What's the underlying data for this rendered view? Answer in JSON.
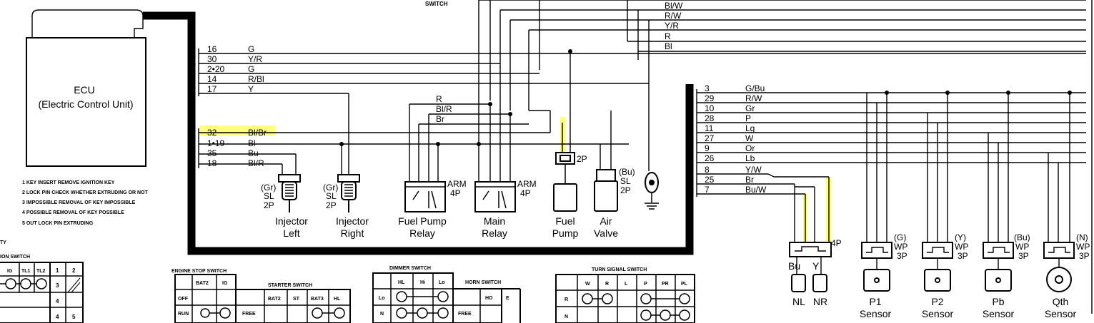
{
  "top_switch_label": "SWITCH",
  "ecu": {
    "title": "ECU",
    "subtitle": "(Electric Control Unit)"
  },
  "right_bus_wires": [
    {
      "label": "Bl/W"
    },
    {
      "label": "R/W"
    },
    {
      "label": "Y/R"
    },
    {
      "label": "R"
    },
    {
      "label": "Bl"
    }
  ],
  "ecu_upper_pins": [
    {
      "pin": "16",
      "color": "G"
    },
    {
      "pin": "30",
      "color": "Y/R"
    },
    {
      "pin": "2•20",
      "color": "G"
    },
    {
      "pin": "14",
      "color": "R/Bl"
    },
    {
      "pin": "17",
      "color": "Y"
    }
  ],
  "ecu_lower_pins": [
    {
      "pin": "32",
      "color": "Bl/Br"
    },
    {
      "pin": "1•19",
      "color": "Bl"
    },
    {
      "pin": "35",
      "color": "Bu"
    },
    {
      "pin": "18",
      "color": "Bl/R"
    }
  ],
  "relay_bus_wires": [
    {
      "label": "R"
    },
    {
      "label": "Bl/R"
    },
    {
      "label": "Br"
    }
  ],
  "right_ecu_pins": [
    {
      "pin": "3",
      "color": "G/Bu"
    },
    {
      "pin": "29",
      "color": "R/W"
    },
    {
      "pin": "10",
      "color": "Gr"
    },
    {
      "pin": "28",
      "color": "P"
    },
    {
      "pin": "11",
      "color": "Lg"
    },
    {
      "pin": "27",
      "color": "W"
    },
    {
      "pin": "9",
      "color": "Or"
    },
    {
      "pin": "26",
      "color": "Lb"
    },
    {
      "pin": "8",
      "color": "Y/W"
    },
    {
      "pin": "25",
      "color": "Br"
    },
    {
      "pin": "7",
      "color": "Bu/W"
    }
  ],
  "components": {
    "injector_left": {
      "spec1": "(Gr)",
      "spec2": "SL",
      "spec3": "2P",
      "name1": "Injector",
      "name2": "Left"
    },
    "injector_right": {
      "spec1": "(Gr)",
      "spec2": "SL",
      "spec3": "2P",
      "name1": "Injector",
      "name2": "Right"
    },
    "fuel_pump_relay": {
      "spec1": "ARM",
      "spec2": "4P",
      "name1": "Fuel Pump",
      "name2": "Relay"
    },
    "main_relay": {
      "spec1": "ARM",
      "spec2": "4P",
      "name1": "Main",
      "name2": "Relay"
    },
    "fuel_pump": {
      "spec1": "2P",
      "name1": "Fuel",
      "name2": "Pump"
    },
    "air_valve": {
      "spec1": "(Bu)",
      "spec2": "SL",
      "spec3": "2P",
      "name1": "Air",
      "name2": "Valve"
    },
    "nl_nr_connector": {
      "spec1": "4P",
      "pin_bu": "Bu",
      "pin_y": "Y",
      "name_nl": "NL",
      "name_nr": "NR"
    },
    "p1_sensor": {
      "spec1": "(G)",
      "spec2": "WP",
      "spec3": "3P",
      "name1": "P1",
      "name2": "Sensor"
    },
    "p2_sensor": {
      "spec1": "(Y)",
      "spec2": "WP",
      "spec3": "3P",
      "name1": "P2",
      "name2": "Sensor"
    },
    "pb_sensor": {
      "spec1": "(Bu)",
      "spec2": "WP",
      "spec3": "3P",
      "name1": "Pb",
      "name2": "Sensor"
    },
    "qth_sensor": {
      "spec1": "(N)",
      "spec2": "WP",
      "spec3": "3P",
      "name1": "Qth",
      "name2": "Sensor"
    }
  },
  "legend": [
    "1 KEY INSERT REMOVE  IGNITION KEY",
    "2 LOCK PIN  CHECK WHETHER EXTRUDING OR NOT",
    "3 IMPOSSIBLE  REMOVAL OF KEY IMPOSSIBLE",
    "4 POSSIBLE  REMOVAL OF KEY POSSIBLE",
    "5 OUT  LOCK PIN EXTRUDING"
  ],
  "ignition_table": {
    "title_fragment": "TY",
    "switch_label": "ION SWITCH",
    "headers": [
      "IG",
      "TL1",
      "TL2",
      "1",
      "2"
    ],
    "cells": [
      "3",
      "4",
      "4",
      "5"
    ]
  },
  "engine_stop_table": {
    "title": "ENGINE STOP SWITCH",
    "headers": [
      "BAT2",
      "IG"
    ],
    "rows": [
      "OFF",
      "RUN"
    ]
  },
  "starter_table": {
    "title": "STARTER SWITCH",
    "headers": [
      "BAT2",
      "ST",
      "BAT3",
      "HL"
    ],
    "rows": [
      "FREE"
    ]
  },
  "dimmer_table": {
    "title": "DIMMER SWITCH",
    "headers": [
      "HL",
      "Hi",
      "Lo"
    ],
    "rows": [
      "Lo",
      "N"
    ]
  },
  "horn_table": {
    "title": "HORN SWITCH",
    "headers": [
      "HO",
      "E"
    ],
    "rows": [
      "FREE"
    ]
  },
  "turn_table": {
    "title": "TURN SIGNAL SWITCH",
    "headers": [
      "W",
      "R",
      "L",
      "P",
      "PR",
      "PL"
    ],
    "rows": [
      "R",
      "N"
    ]
  },
  "colors": {
    "highlight": "#ffff66",
    "ink": "#000000"
  }
}
